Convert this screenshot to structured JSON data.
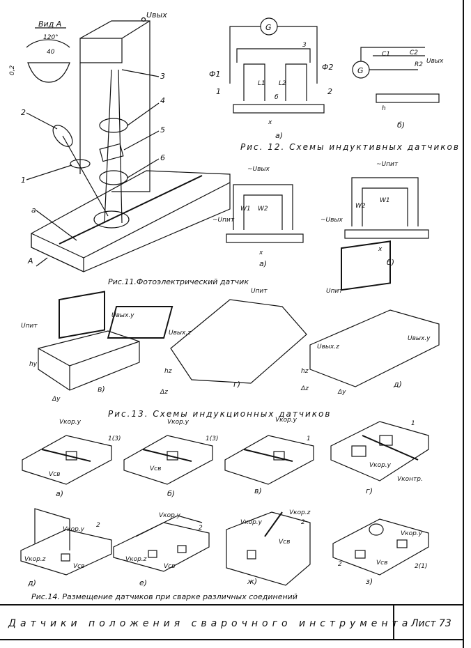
{
  "view_label": "Вид А",
  "angle_120": "120°",
  "angle_40": "40",
  "dim_02": "0,2",
  "u_out": "Uвых",
  "u_pit": "Uпит",
  "fig11": {
    "num": [
      "1",
      "2",
      "3",
      "4",
      "5",
      "6"
    ],
    "a": "а",
    "A": "А",
    "caption": "Рис.11.Фотоэлектрический датчик"
  },
  "fig12": {
    "G": "G",
    "phi1": "Ф1",
    "phi2": "Ф2",
    "L1": "L1",
    "L2": "L2",
    "n1": "1",
    "n2": "2",
    "n3": "3",
    "delta": "б",
    "x": "x",
    "a": "а)",
    "b": "б)",
    "C1": "C1",
    "C2": "C2",
    "R2": "R2",
    "h": "h",
    "caption": "Рис. 12. Схемы индуктивных датчиков"
  },
  "fig12b": {
    "W1": "W1",
    "W2": "W2",
    "tilde_out": "~Uвых",
    "tilde_pit": "~Uпит",
    "a": "а)",
    "b": "б)"
  },
  "fig13": {
    "v": "в)",
    "g": "г)",
    "d": "д)",
    "hy": "hy",
    "hz": "hz",
    "dy": "Δy",
    "dz": "Δz",
    "uvy": "Uвых.y",
    "uvz": "Uвых.z",
    "caption": "Рис.13. Схемы индукционных датчиков"
  },
  "fig14": {
    "vkor": "Vкор.y",
    "vkorz": "Vкор.z",
    "vsv": "Vсв",
    "vkontr": "Vконтр.",
    "n13": "1(3)",
    "n1": "1",
    "n2": "2",
    "n21": "2(1)",
    "labels": [
      "а)",
      "б)",
      "в)",
      "г)",
      "д)",
      "е)",
      "ж)",
      "з)"
    ],
    "caption": "Рис.14. Размещение датчиков при сварке различных соединений"
  },
  "footer": {
    "title": "Датчики положения сварочного инструмента",
    "sheet": "Лист 73"
  }
}
